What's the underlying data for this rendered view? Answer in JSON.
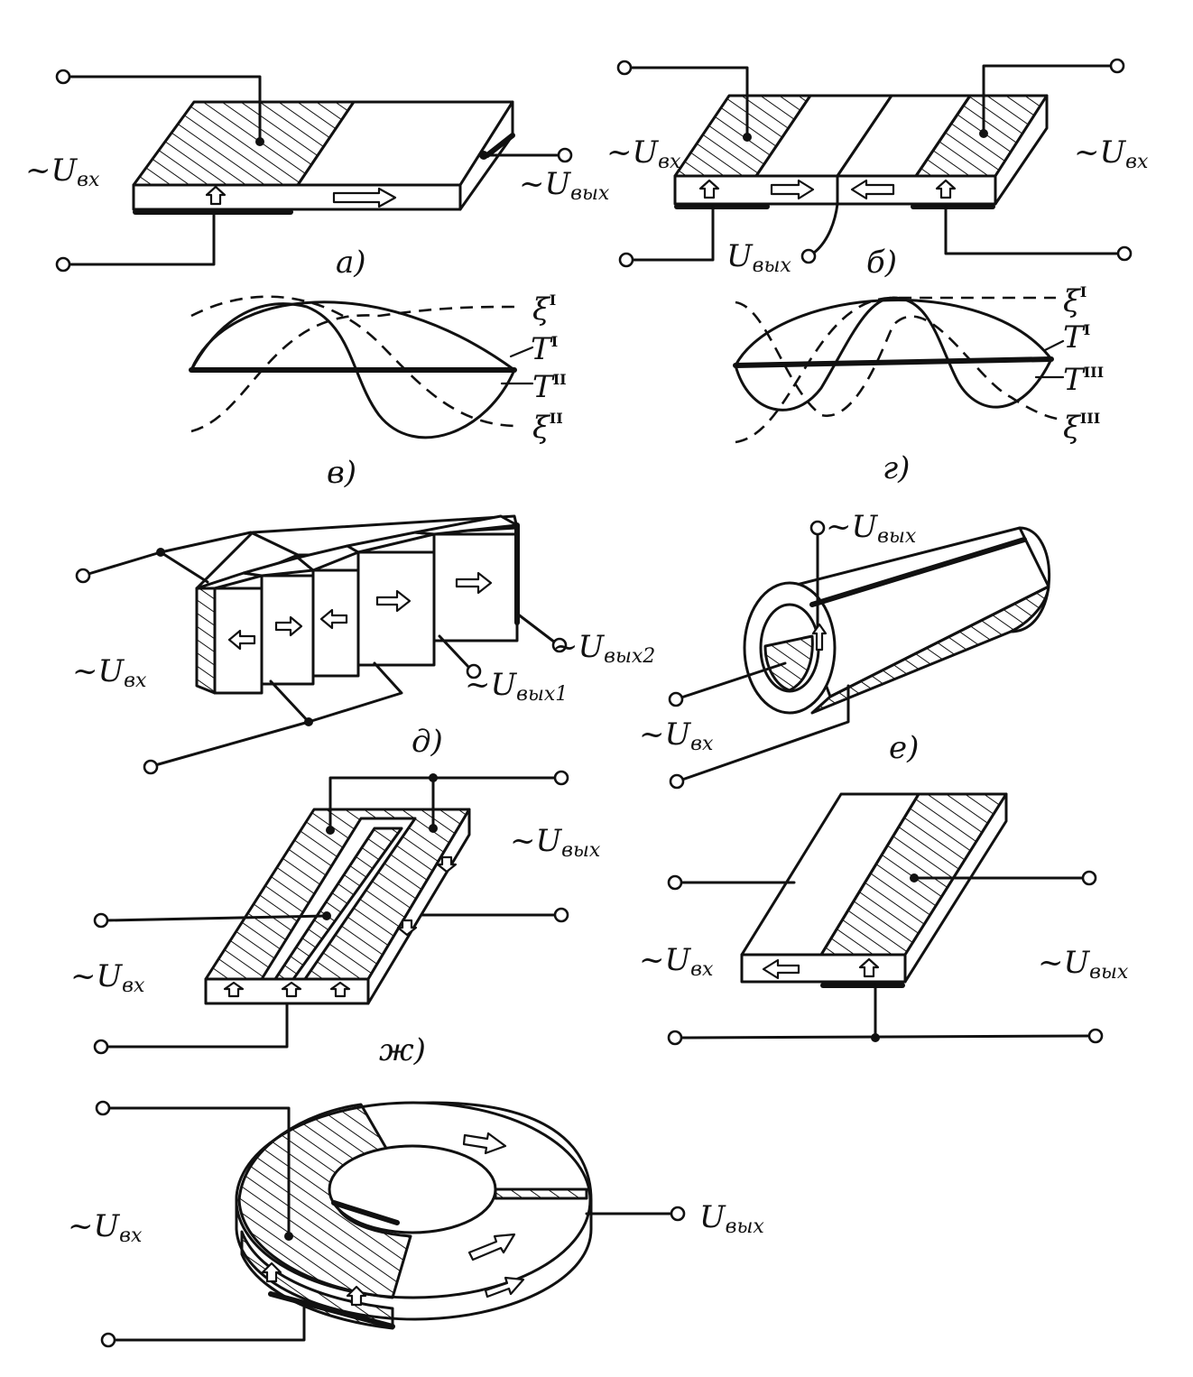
{
  "labels": {
    "tilde": "~",
    "U": "U",
    "sub_in": "вх",
    "sub_out": "вых",
    "sub_out1": "вых1",
    "sub_out2": "вых2"
  },
  "captions": {
    "a": "а)",
    "b": "б)",
    "v": "в)",
    "g": "г)",
    "d": "д)",
    "e": "е)",
    "zh": "ж)"
  },
  "curves_v": {
    "xi": "ξ",
    "T": "T",
    "I": "I",
    "II": "II"
  },
  "curves_g": {
    "xi": "ξ",
    "T": "T",
    "I": "I",
    "III": "III"
  }
}
